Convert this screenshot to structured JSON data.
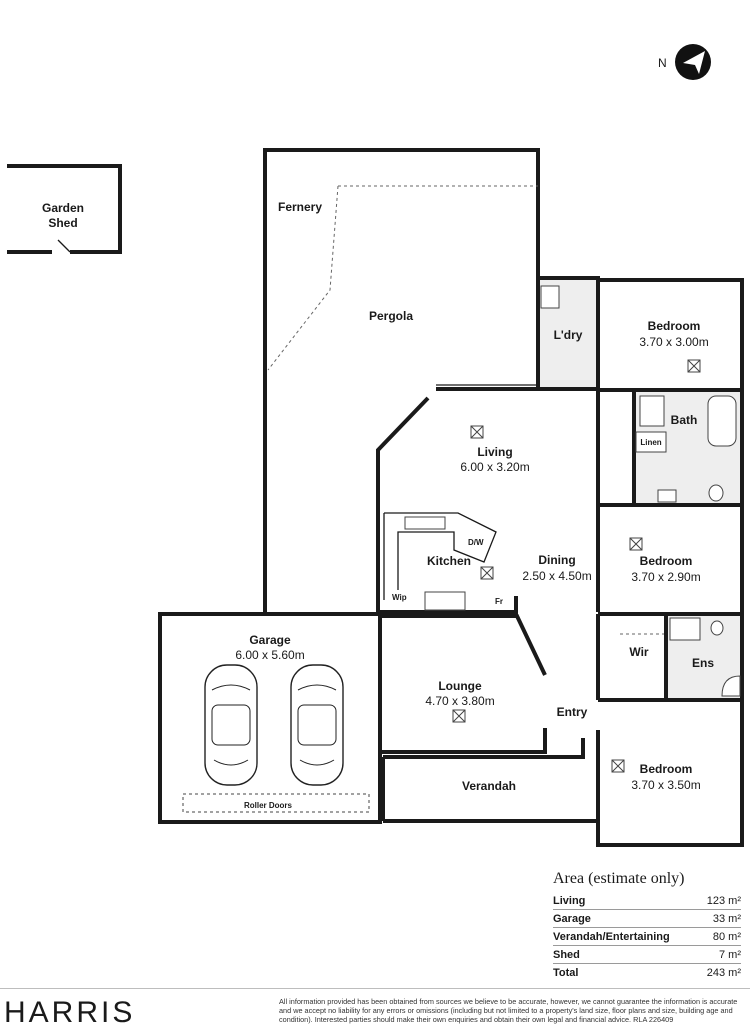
{
  "compass": {
    "label": "N",
    "icon": "north-arrow-icon"
  },
  "rooms": {
    "garden_shed": {
      "name_line1": "Garden",
      "name_line2": "Shed"
    },
    "fernery": {
      "name": "Fernery"
    },
    "pergola": {
      "name": "Pergola"
    },
    "laundry": {
      "name": "L'dry"
    },
    "bedroom_1": {
      "name": "Bedroom",
      "size": "3.70 x 3.00m"
    },
    "bath": {
      "name": "Bath"
    },
    "linen": {
      "name": "Linen"
    },
    "living": {
      "name": "Living",
      "size": "6.00 x 3.20m"
    },
    "kitchen": {
      "name": "Kitchen",
      "dw": "D/W",
      "wip": "Wip",
      "fr": "Fr"
    },
    "dining": {
      "name": "Dining",
      "size": "2.50 x 4.50m"
    },
    "bedroom_2": {
      "name": "Bedroom",
      "size": "3.70 x 2.90m"
    },
    "garage": {
      "name": "Garage",
      "size": "6.00 x 5.60m",
      "roller": "Roller Doors"
    },
    "lounge": {
      "name": "Lounge",
      "size": "4.70 x 3.80m"
    },
    "wir": {
      "name": "Wir"
    },
    "ens": {
      "name": "Ens"
    },
    "entry": {
      "name": "Entry"
    },
    "bedroom_3": {
      "name": "Bedroom",
      "size": "3.70 x 3.50m"
    },
    "verandah": {
      "name": "Verandah"
    }
  },
  "area": {
    "title": "Area (estimate only)",
    "rows": [
      {
        "label": "Living",
        "value": "123 m²"
      },
      {
        "label": "Garage",
        "value": "33 m²"
      },
      {
        "label": "Verandah/Entertaining",
        "value": "80 m²"
      },
      {
        "label": "Shed",
        "value": "7 m²"
      },
      {
        "label": "Total",
        "value": "243 m²"
      }
    ]
  },
  "footer": {
    "brand": "HARRIS",
    "disclaimer": "All information provided has been obtained from sources we believe to be accurate, however, we cannot guarantee the information is accurate and we accept no liability for any errors or omissions (including but not limited to a property's land size, floor plans and size, building age and condition). Interested parties should make their own enquiries and obtain their own legal and financial advice. RLA 226409"
  }
}
